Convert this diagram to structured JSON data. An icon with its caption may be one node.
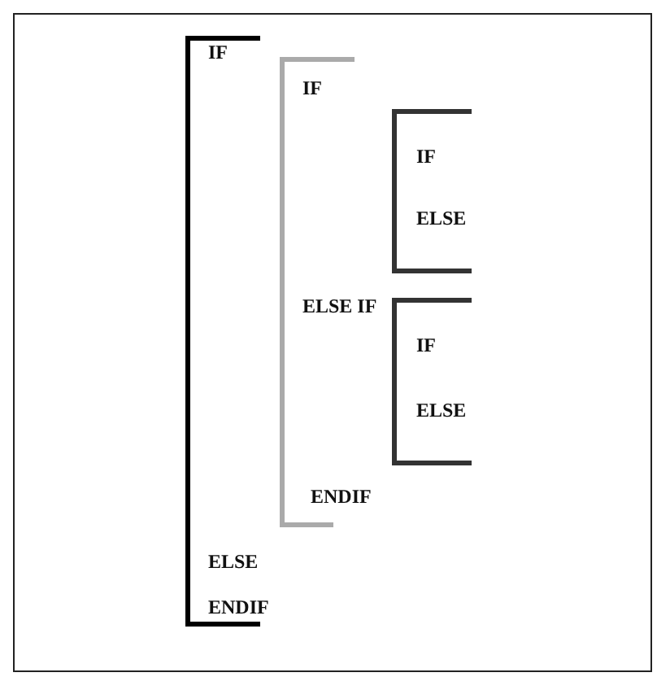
{
  "diagram": {
    "nodes": [
      {
        "text": [
          "IF",
          "ELSE",
          "ENDIF"
        ]
      },
      {
        "text": [
          "IF",
          "ELSE IF",
          "ENDIF"
        ],
        "in": 0
      },
      {
        "text": [
          "IF",
          "ELSE"
        ],
        "in": 1
      },
      {
        "text": [
          "IF",
          "ELSE"
        ],
        "in": 1
      }
    ]
  }
}
